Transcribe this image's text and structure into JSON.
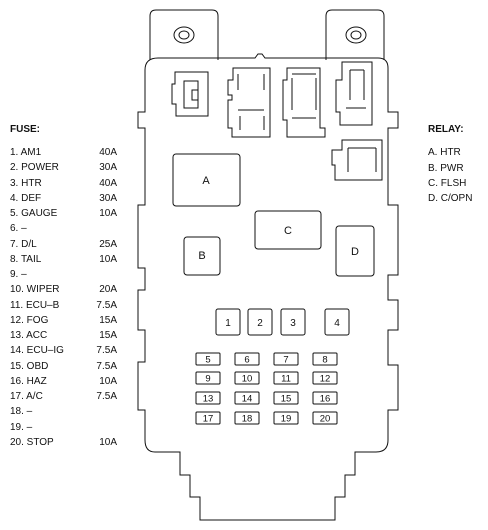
{
  "fuse_legend": {
    "title": "FUSE:",
    "items": [
      {
        "label": "1. AM1",
        "amp": "40A"
      },
      {
        "label": "2. POWER",
        "amp": "30A"
      },
      {
        "label": "3. HTR",
        "amp": "40A"
      },
      {
        "label": "4. DEF",
        "amp": "30A"
      },
      {
        "label": "5. GAUGE",
        "amp": "10A"
      },
      {
        "label": "6.    –",
        "amp": ""
      },
      {
        "label": "7. D/L",
        "amp": "25A"
      },
      {
        "label": "8. TAIL",
        "amp": "10A"
      },
      {
        "label": "9.    –",
        "amp": ""
      },
      {
        "label": "10. WIPER",
        "amp": "20A"
      },
      {
        "label": "11. ECU–B",
        "amp": "7.5A"
      },
      {
        "label": "12. FOG",
        "amp": "15A"
      },
      {
        "label": "13. ACC",
        "amp": "15A"
      },
      {
        "label": "14. ECU–IG",
        "amp": "7.5A"
      },
      {
        "label": "15. OBD",
        "amp": "7.5A"
      },
      {
        "label": "16. HAZ",
        "amp": "10A"
      },
      {
        "label": "17. A/C",
        "amp": "7.5A"
      },
      {
        "label": "18.    –",
        "amp": ""
      },
      {
        "label": "19.    –",
        "amp": ""
      },
      {
        "label": "20. STOP",
        "amp": "10A"
      }
    ]
  },
  "relay_legend": {
    "title": "RELAY:",
    "items": [
      "A. HTR",
      "B. PWR",
      "C. FLSH",
      "D. C/OPN"
    ]
  },
  "diagram": {
    "relay_labels": {
      "A": "A",
      "B": "B",
      "C": "C",
      "D": "D"
    },
    "large_fuse_labels": [
      "1",
      "2",
      "3",
      "4"
    ],
    "small_fuse_labels": [
      "5",
      "6",
      "7",
      "8",
      "9",
      "10",
      "11",
      "12",
      "13",
      "14",
      "15",
      "16",
      "17",
      "18",
      "19",
      "20"
    ]
  }
}
